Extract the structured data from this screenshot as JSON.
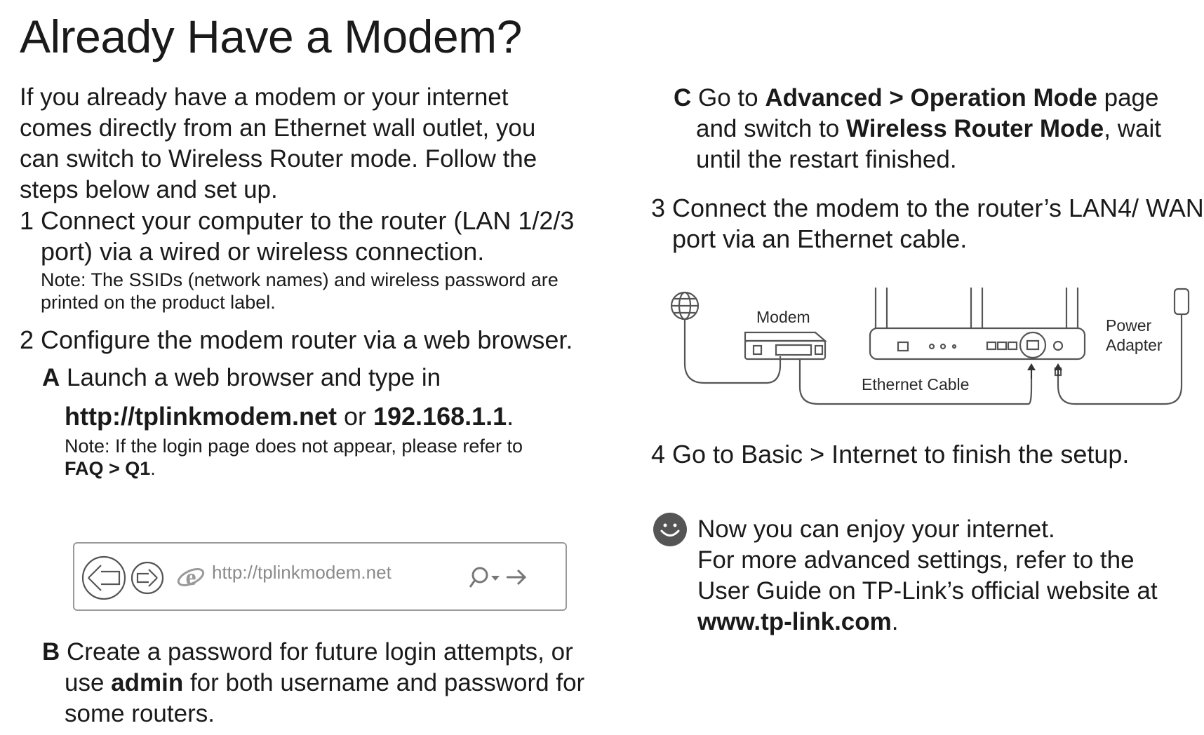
{
  "title": "Already Have a Modem?",
  "intro": "If you already have a modem or your internet comes directly from an Ethernet wall outlet, you can switch to Wireless Router mode. Follow the steps below and set up.",
  "step1": {
    "text": "1 Connect your computer to the router (LAN 1/2/3 port) via a wired or wireless connection.",
    "note": "Note: The SSIDs (network names) and wireless password are printed on the product label."
  },
  "step2": {
    "text": "2 Configure the modem router via a web browser.",
    "a_prefix": "A",
    "a_text": "Launch a web browser and type in",
    "a_url1": "http://tplinkmodem.net",
    "a_or": " or ",
    "a_url2": "192.168.1.1",
    "a_end": ".",
    "a_note_prefix": "Note: If the login page does not appear, please refer to ",
    "a_note_bold": "FAQ > Q1",
    "a_note_end": ".",
    "browser_url": "http://tplinkmodem.net",
    "b_prefix": "B",
    "b_text1": "Create a password for future login attempts, or use ",
    "b_bold": "admin",
    "b_text2": " for both username and password for some routers."
  },
  "stepC": {
    "prefix": "C",
    "t1": "Go to ",
    "b1": "Advanced > Operation Mode",
    "t2": " page and switch to ",
    "b2": "Wireless Router Mode",
    "t3": ", wait until the restart finished."
  },
  "step3": {
    "text": "3 Connect the modem to the router’s LAN4/ WAN port via an Ethernet cable."
  },
  "diagram": {
    "modem_label": "Modem",
    "cable_label": "Ethernet Cable",
    "power_label_1": "Power",
    "power_label_2": "Adapter"
  },
  "step4": {
    "text": "4 Go to Basic > Internet to finish the setup."
  },
  "final": {
    "line1": "Now you can enjoy your internet.",
    "line2": "For more advanced settings, refer to the User Guide on TP-Link’s official website at ",
    "link": "www.tp-link.com",
    "end": "."
  },
  "colors": {
    "text": "#1a1a1a",
    "gray": "#8a8a8a",
    "icon": "#555555"
  }
}
